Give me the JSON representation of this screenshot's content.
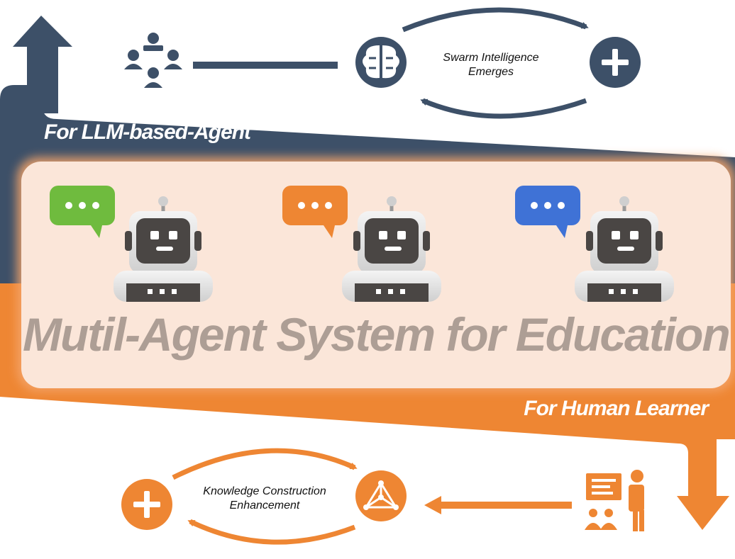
{
  "top_banner": {
    "label": "For LLM-based-Agent",
    "color": "#3d5068"
  },
  "bottom_banner": {
    "label": "For Human Learner",
    "color": "#ee8633"
  },
  "swarm_cycle": {
    "caption_line1": "Swarm Intelligence",
    "caption_line2": "Emerges",
    "icons": [
      "brain-icon",
      "plus-icon"
    ]
  },
  "knowledge_cycle": {
    "caption_line1": "Knowledge Construction",
    "caption_line2": "Enhancement",
    "icons": [
      "plus-icon",
      "network-triangle-icon"
    ]
  },
  "team_icon": "team-meeting-icon",
  "teacher_icon": "teacher-presentation-icon",
  "main_panel": {
    "title": "Mutil-Agent System for Education",
    "fill": "#fbe6d9"
  },
  "agents": [
    {
      "bubble_color": "#6fbb3e",
      "bubble_text": "•••"
    },
    {
      "bubble_color": "#ee8633",
      "bubble_text": "•••"
    },
    {
      "bubble_color": "#3f72d6",
      "bubble_text": "•••"
    }
  ]
}
